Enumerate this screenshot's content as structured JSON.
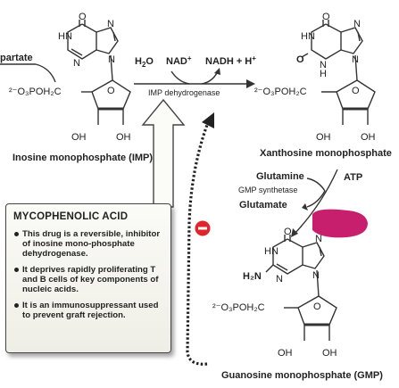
{
  "labels": {
    "partate": "partate",
    "h2o": "H",
    "h2o_sub": "2",
    "h2o_tail": "O",
    "nad": "NAD",
    "nad_sup": "+",
    "nadh": "NADH + H",
    "nadh_sup": "+",
    "imp_dehydrogenase": "IMP dehydrogenase",
    "imp_name": "Inosine monophosphate (IMP)",
    "xmp_name": "Xanthosine monophosphate",
    "glutamine": "Glutamine",
    "atp": "ATP",
    "gmp_synthetase": "GMP synthetase",
    "glutamate": "Glutamate",
    "gmp_name": "Guanosine monophosphate (GMP)"
  },
  "callout": {
    "title": "MYCOPHENOLIC ACID",
    "items": [
      "This drug is a reversible, inhibitor of inosine mono-phosphate dehydrogenase.",
      "It deprives rapidly proliferating T and B cells of key components of nucleic acids.",
      "It is an immunosuppressant used to prevent graft rejection."
    ]
  },
  "inhibitor_symbol": "−",
  "colors": {
    "inhibitor_red": "#e0262b",
    "annotation_magenta": "#c81e6e",
    "line": "#333333"
  }
}
